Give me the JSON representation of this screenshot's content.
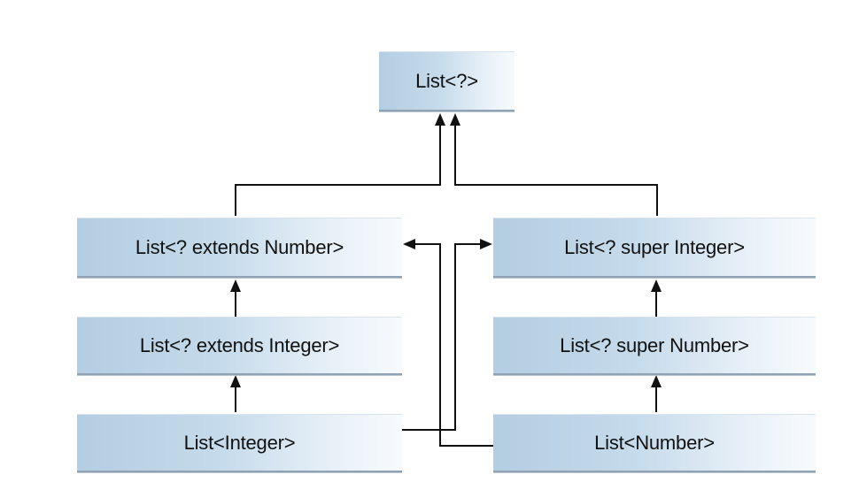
{
  "nodes": {
    "list_wildcard": "List<?>",
    "list_extends_number": "List<? extends Number>",
    "list_super_integer": "List<? super Integer>",
    "list_extends_integer": "List<? extends Integer>",
    "list_super_number": "List<? super Number>",
    "list_integer": "List<Integer>",
    "list_number": "List<Number>"
  },
  "colors": {
    "box_gradient_start": "#b3cde2",
    "box_gradient_end": "#f7fafd",
    "line": "#111111"
  }
}
